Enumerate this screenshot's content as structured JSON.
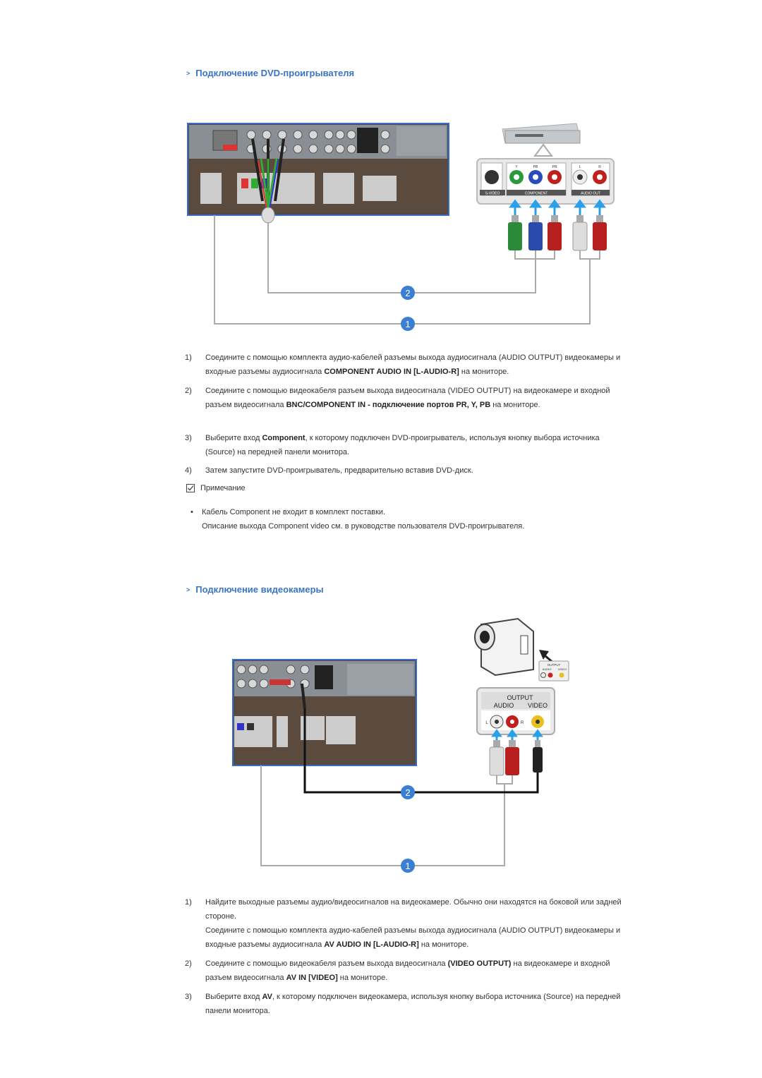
{
  "section1": {
    "title": "Подключение DVD-проигрывателя",
    "diagram": {
      "jack_labels": [
        "S-VIDEO",
        "COMPONENT",
        "AUDIO OUT"
      ],
      "component_pins": [
        "Y",
        "PB",
        "PR",
        "L",
        "R"
      ],
      "step2": "2",
      "step1": "1"
    },
    "steps": [
      {
        "n": "1)",
        "a": "Соедините с помощью комплекта аудио-кабелей разъемы выхода аудиосигнала (AUDIO OUTPUT) видеокамеры и входные разъемы аудиосигнала ",
        "b": "COMPONENT AUDIO IN [L-AUDIO-R]",
        "c": " на мониторе."
      },
      {
        "n": "2)",
        "a": "Соедините с помощью видеокабеля разъем выхода видеосигнала (VIDEO OUTPUT) на видеокамере и входной разъем видеосигнала ",
        "b": "BNC/COMPONENT IN - подключение портов PR, Y, PB",
        "c": " на мониторе."
      },
      {
        "n": "3)",
        "a": "Выберите вход ",
        "b": "Component",
        "c": ", к которому подключен DVD-проигрыватель, используя кнопку выбора источника (Source) на передней панели монитора."
      },
      {
        "n": "4)",
        "a": "Затем запустите DVD-проигрыватель, предварительно вставив DVD-диск.",
        "b": "",
        "c": ""
      }
    ],
    "note_label": "Примечание",
    "bullet_line1": "Кабель Component не входит в комплект поставки.",
    "bullet_line2": "Описание выхода Component video см. в руководстве пользователя DVD-проигрывателя."
  },
  "section2": {
    "title": "Подключение видеокамеры",
    "diagram": {
      "small_output": "OUTPUT",
      "small_audio": "AUDIO",
      "small_video": "VIDEO",
      "output": "OUTPUT",
      "audio": "AUDIO",
      "video": "VIDEO",
      "l": "L",
      "r": "R",
      "step2": "2",
      "step1": "1"
    },
    "steps": [
      {
        "n": "1)",
        "a": "Найдите выходные разъемы аудио/видеосигналов на видеокамере. Обычно они находятся на боковой или задней стороне.",
        "b": "",
        "c": ""
      },
      {
        "n": "",
        "a": "Соедините с помощью комплекта аудио-кабелей разъемы выхода аудиосигнала (AUDIO OUTPUT) видеокамеры и входные разъемы аудиосигнала ",
        "b": "AV AUDIO IN [L-AUDIO-R]",
        "c": " на мониторе."
      },
      {
        "n": "2)",
        "a": "Соедините с помощью видеокабеля разъем выхода видеосигнала ",
        "b": "(VIDEO OUTPUT)",
        "c": " на видеокамере и входной разъем видеосигнала ",
        "b2": "AV IN [VIDEO]",
        "c2": " на мониторе."
      },
      {
        "n": "3)",
        "a": "Выберите вход ",
        "b": "AV",
        "c": ", к которому подключен видеокамера, используя кнопку выбора источника (Source) на передней панели монитора.",
        "b2": "",
        "c2": ""
      }
    ]
  }
}
